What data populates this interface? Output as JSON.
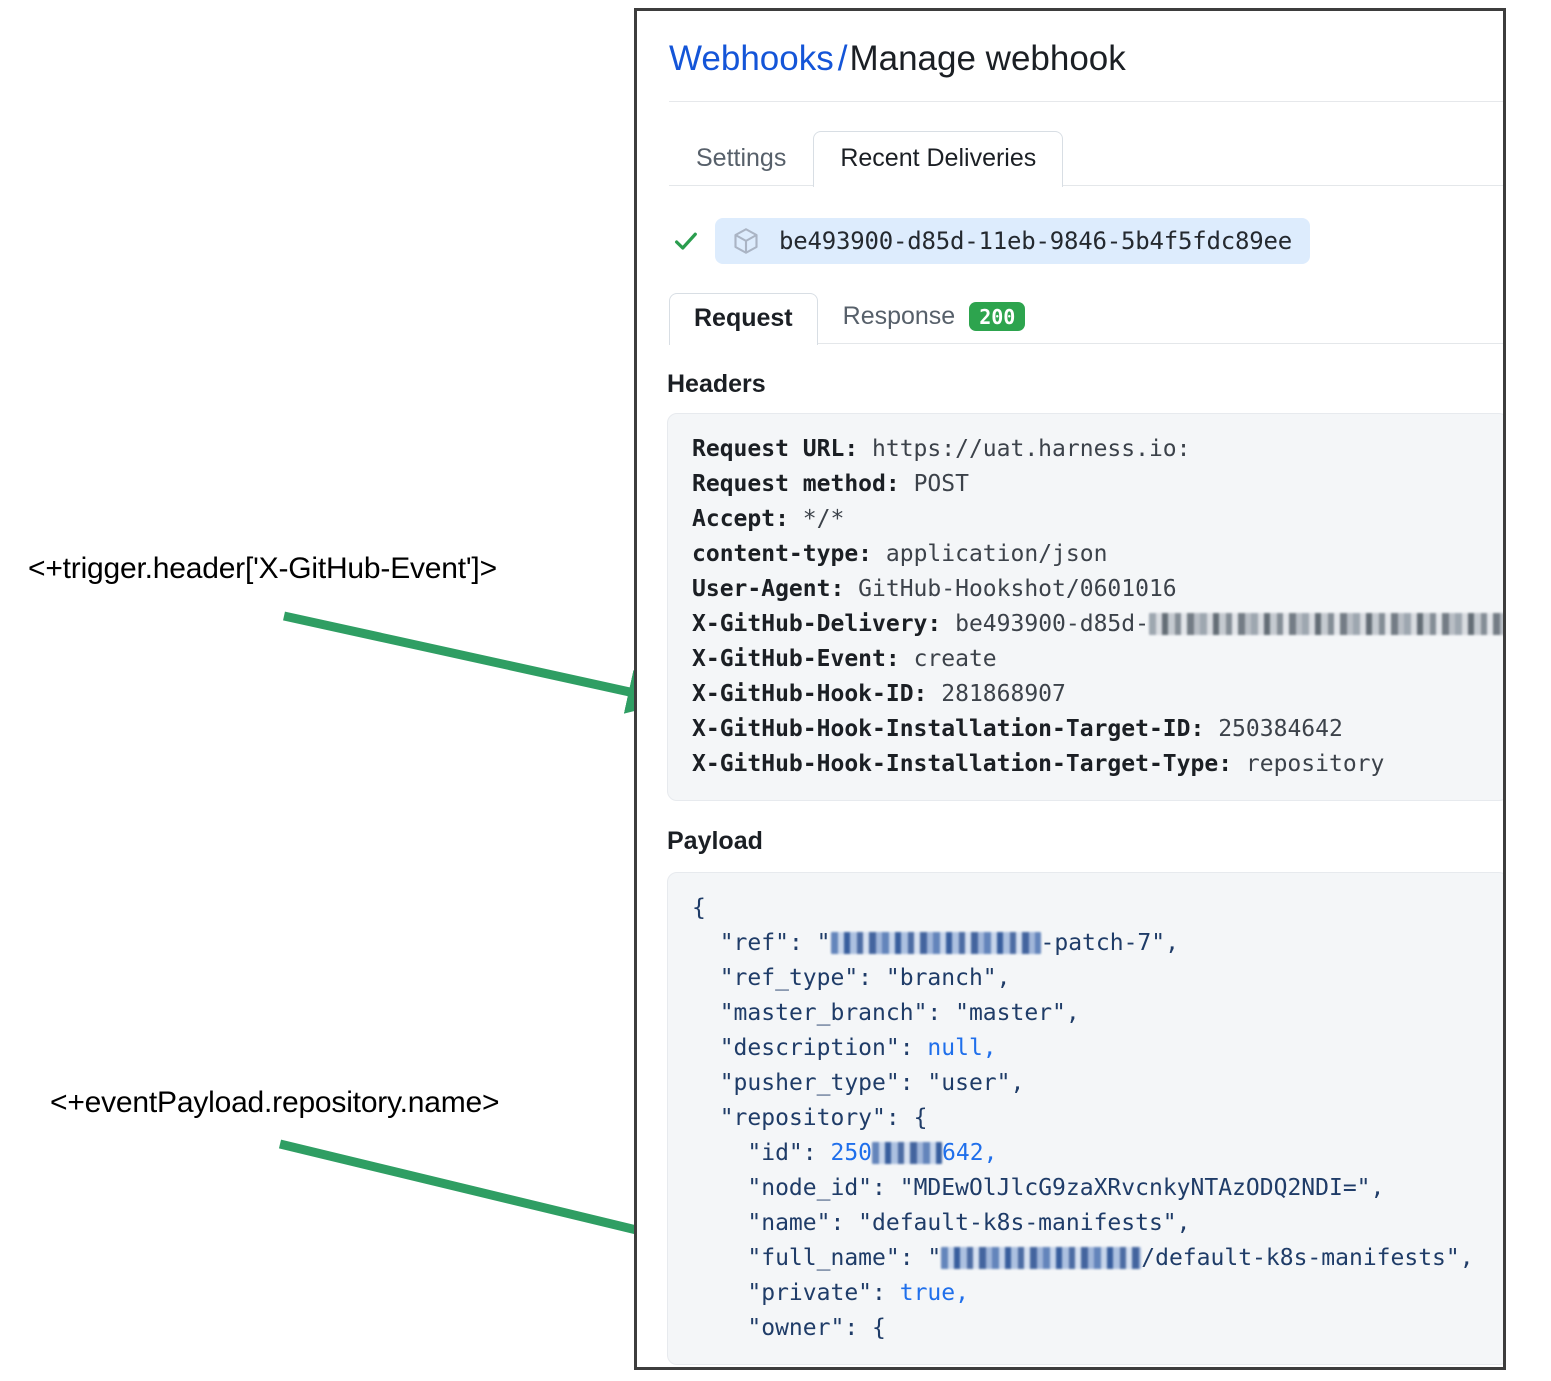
{
  "annotations": [
    {
      "id": "trigger-header",
      "text": "<+trigger.header['X-GitHub-Event']>"
    },
    {
      "id": "event-payload",
      "text": "<+eventPayload.repository.name>"
    }
  ],
  "arrow_color": "#2f9e63",
  "panel": {
    "breadcrumb": {
      "link": "Webhooks",
      "separator": "/",
      "current": "Manage webhook"
    },
    "top_tabs": [
      {
        "label": "Settings",
        "active": false
      },
      {
        "label": "Recent Deliveries",
        "active": true
      }
    ],
    "delivery": {
      "status_icon": "check-icon",
      "package_icon": "cube-icon",
      "id": "be493900-d85d-11eb-9846-5b4f5fdc89ee"
    },
    "request_tabs": [
      {
        "label": "Request",
        "active": true
      },
      {
        "label": "Response",
        "active": false,
        "badge": "200"
      }
    ],
    "headers": {
      "title": "Headers",
      "rows": [
        {
          "key": "Request URL:",
          "value": "https://uat.harness.io:"
        },
        {
          "key": "Request method:",
          "value": "POST"
        },
        {
          "key": "Accept:",
          "value": "*/*"
        },
        {
          "key": "content-type:",
          "value": "application/json"
        },
        {
          "key": "User-Agent:",
          "value": "GitHub-Hookshot/0601016"
        },
        {
          "key": "X-GitHub-Delivery:",
          "value": "be493900-d85d-",
          "redacted": true,
          "redacted_width": 500
        },
        {
          "key": "X-GitHub-Event:",
          "value": "create"
        },
        {
          "key": "X-GitHub-Hook-ID:",
          "value": "281868907"
        },
        {
          "key": "X-GitHub-Hook-Installation-Target-ID:",
          "value": "250384642"
        },
        {
          "key": "X-GitHub-Hook-Installation-Target-Type:",
          "value": "repository"
        }
      ]
    },
    "payload": {
      "title": "Payload",
      "lines": [
        {
          "indent": 0,
          "text": "{"
        },
        {
          "indent": 1,
          "key": "\"ref\"",
          "value": "\"",
          "redacted": true,
          "redacted_width": 210,
          "value_tail": "-patch-7\",",
          "type": "string"
        },
        {
          "indent": 1,
          "key": "\"ref_type\"",
          "value": "\"branch\",",
          "type": "string"
        },
        {
          "indent": 1,
          "key": "\"master_branch\"",
          "value": "\"master\",",
          "type": "string"
        },
        {
          "indent": 1,
          "key": "\"description\"",
          "value": "null,",
          "type": "literal"
        },
        {
          "indent": 1,
          "key": "\"pusher_type\"",
          "value": "\"user\",",
          "type": "string"
        },
        {
          "indent": 1,
          "key": "\"repository\"",
          "value": "{",
          "type": "punct"
        },
        {
          "indent": 2,
          "key": "\"id\"",
          "value": "250",
          "redacted": true,
          "redacted_width": 70,
          "value_tail": "642,",
          "type": "number"
        },
        {
          "indent": 2,
          "key": "\"node_id\"",
          "value": "\"MDEwOlJlcG9zaXRvcnkyNTAzODQ2NDI=\",",
          "type": "string"
        },
        {
          "indent": 2,
          "key": "\"name\"",
          "value": "\"default-k8s-manifests\",",
          "type": "string"
        },
        {
          "indent": 2,
          "key": "\"full_name\"",
          "value": "\"",
          "redacted": true,
          "redacted_width": 200,
          "value_tail": "/default-k8s-manifests\",",
          "type": "string"
        },
        {
          "indent": 2,
          "key": "\"private\"",
          "value": "true,",
          "type": "literal"
        },
        {
          "indent": 2,
          "key": "\"owner\"",
          "value": "{",
          "type": "punct"
        }
      ]
    }
  }
}
